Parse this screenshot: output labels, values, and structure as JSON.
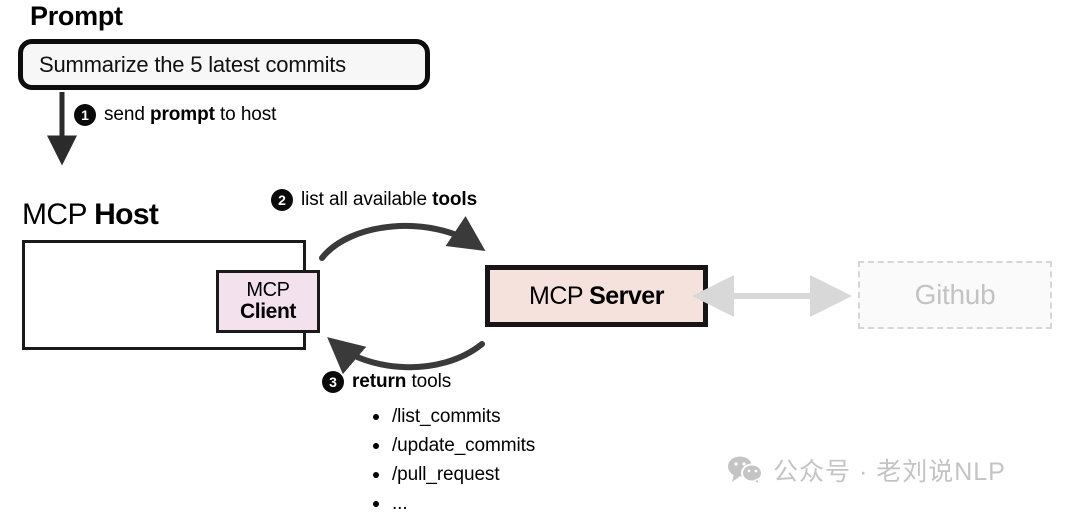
{
  "prompt": {
    "heading": "Prompt",
    "text": "Summarize the 5 latest commits"
  },
  "steps": [
    {
      "num": "1",
      "pre": "send ",
      "bold": "prompt",
      "post": " to host"
    },
    {
      "num": "2",
      "pre": "list all available ",
      "bold": "tools",
      "post": ""
    },
    {
      "num": "3",
      "pre": "",
      "bold": "return",
      "post": " tools"
    }
  ],
  "host": {
    "title_light": "MCP ",
    "title_bold": "Host"
  },
  "client": {
    "line1": "MCP",
    "line2": "Client"
  },
  "server": {
    "light": "MCP ",
    "bold": "Server"
  },
  "external": {
    "label": "Github"
  },
  "tools": [
    "/list_commits",
    "/update_commits",
    "/pull_request",
    "..."
  ],
  "watermark": {
    "icon": "wechat-icon",
    "text": "公众号 · 老刘说NLP"
  },
  "colors": {
    "stroke": "#0d0d0d",
    "client_fill": "#f3e2ee",
    "server_fill": "#f6e2dd",
    "external_fill": "#fafafa",
    "external_stroke": "#d6d6d6",
    "external_text": "#c3c3c3",
    "arrow_dark": "#3a3a3a",
    "arrow_light": "#d8d8d8",
    "watermark": "#c4c4c4"
  }
}
